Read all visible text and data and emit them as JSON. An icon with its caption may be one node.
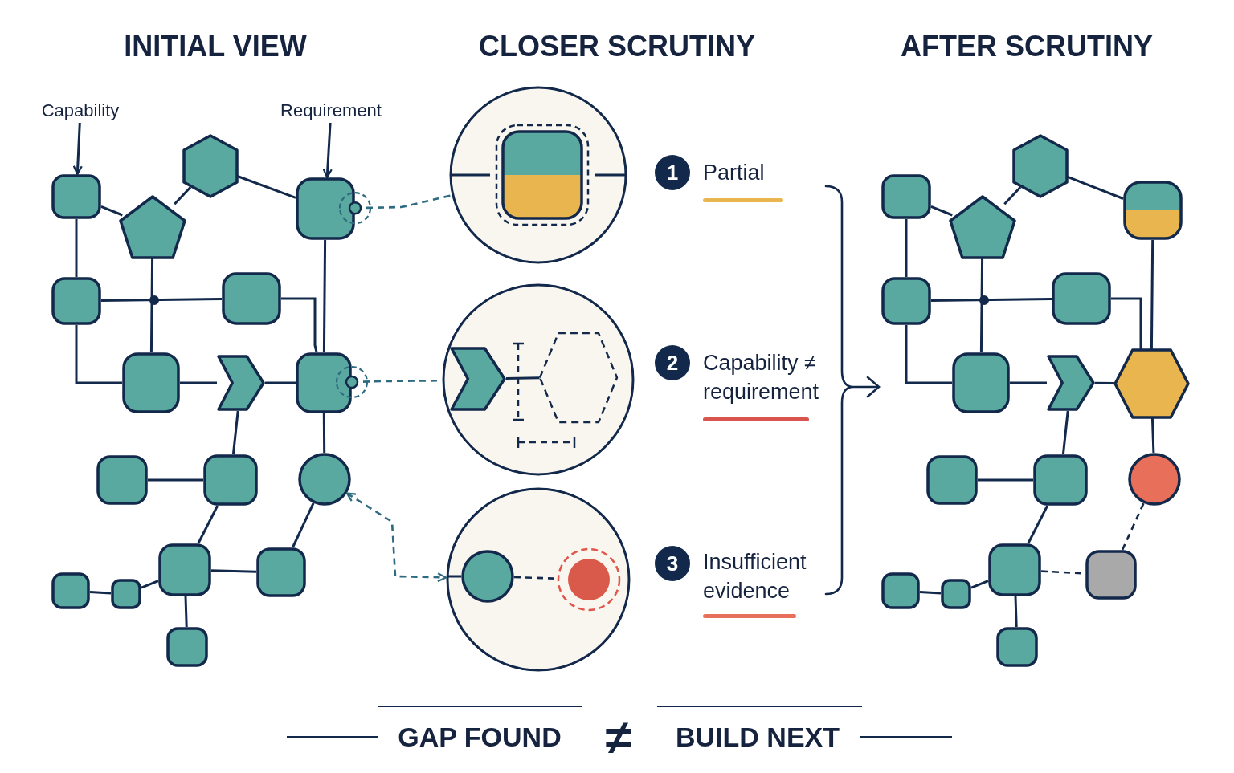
{
  "diagram": {
    "nodes": [
      {
        "text": [
          "Capability"
        ]
      },
      {
        "text": [
          "Requirement"
        ]
      },
      {
        "text": [],
        "shape": "box"
      },
      {
        "text": [],
        "shape": "hexagon"
      },
      {
        "text": [],
        "shape": "pentagon"
      },
      {
        "text": [],
        "shape": "box"
      },
      {
        "text": [],
        "shape": "box"
      },
      {
        "text": [],
        "shape": "box"
      },
      {
        "text": [],
        "shape": "box"
      },
      {
        "text": [],
        "shape": "chevron"
      },
      {
        "text": [],
        "shape": "box"
      },
      {
        "text": [],
        "shape": "box"
      },
      {
        "text": [],
        "shape": "box"
      },
      {
        "text": [],
        "shape": "circle"
      },
      {
        "text": [],
        "shape": "box"
      },
      {
        "text": [],
        "shape": "box"
      },
      {
        "text": [],
        "shape": "box"
      },
      {
        "text": [],
        "shape": "box"
      },
      {
        "text": [],
        "shape": "box"
      },
      {
        "text": [],
        "shape": "circle"
      },
      {
        "text": [],
        "shape": "box",
        "in": 19
      },
      {
        "text": [],
        "shape": "circle"
      },
      {
        "text": [],
        "shape": "chevron",
        "in": 21
      },
      {
        "text": [],
        "shape": "hexagon",
        "in": 21
      },
      {
        "text": [],
        "shape": "circle"
      },
      {
        "text": [],
        "shape": "circle",
        "in": 24
      },
      {
        "text": [],
        "shape": "circle",
        "in": 24
      },
      {
        "text": [
          "1"
        ],
        "beside": [
          "Partial"
        ]
      },
      {
        "text": [
          "2"
        ],
        "beside": [
          "Capability ≠ requirement"
        ]
      },
      {
        "text": [
          "3"
        ],
        "beside": [
          "Insufficient evidence"
        ]
      },
      {
        "text": [],
        "shape": "box"
      },
      {
        "text": [],
        "shape": "hexagon"
      },
      {
        "text": [],
        "shape": "pentagon"
      },
      {
        "text": [],
        "shape": "box"
      },
      {
        "text": [],
        "shape": "box"
      },
      {
        "text": [],
        "shape": "box"
      },
      {
        "text": [],
        "shape": "box"
      },
      {
        "text": [],
        "shape": "chevron"
      },
      {
        "text": [],
        "shape": "hexagon"
      },
      {
        "text": [],
        "shape": "box"
      },
      {
        "text": [],
        "shape": "box"
      },
      {
        "text": [],
        "shape": "circle"
      },
      {
        "text": [],
        "shape": "box"
      },
      {
        "text": [],
        "shape": "box"
      },
      {
        "text": [],
        "shape": "box"
      },
      {
        "text": [],
        "shape": "box"
      },
      {
        "text": [],
        "shape": "box"
      }
    ],
    "edges": [
      {
        "from": 0,
        "to": 2,
        "arrow": "to"
      },
      {
        "from": 1,
        "to": 5,
        "arrow": "to"
      },
      {
        "from": 2,
        "to": 4,
        "arrow": "none"
      },
      {
        "from": 4,
        "to": 3,
        "arrow": "none"
      },
      {
        "from": 3,
        "to": 5,
        "arrow": "none"
      },
      {
        "from": 2,
        "to": 6,
        "arrow": "none"
      },
      {
        "from": 6,
        "to": 7,
        "arrow": "none"
      },
      {
        "from": 4,
        "to": 8,
        "arrow": "none"
      },
      {
        "from": 7,
        "to": 10,
        "arrow": "none"
      },
      {
        "from": 5,
        "to": 10,
        "arrow": "none"
      },
      {
        "from": 6,
        "to": 8,
        "arrow": "none"
      },
      {
        "from": 8,
        "to": 9,
        "arrow": "none"
      },
      {
        "from": 9,
        "to": 10,
        "arrow": "none"
      },
      {
        "from": 9,
        "to": 12,
        "arrow": "none"
      },
      {
        "from": 10,
        "to": 13,
        "arrow": "none"
      },
      {
        "from": 11,
        "to": 12,
        "arrow": "none"
      },
      {
        "from": 12,
        "to": 16,
        "arrow": "none"
      },
      {
        "from": 13,
        "to": 17,
        "arrow": "none"
      },
      {
        "from": 16,
        "to": 17,
        "arrow": "none"
      },
      {
        "from": 14,
        "to": 15,
        "arrow": "none"
      },
      {
        "from": 15,
        "to": 16,
        "arrow": "none"
      },
      {
        "from": 16,
        "to": 18,
        "arrow": "none"
      },
      {
        "from": 5,
        "to": 19,
        "arrow": "other",
        "style": "dashed",
        "color": "#2e6b80"
      },
      {
        "from": 10,
        "to": 21,
        "arrow": "other",
        "style": "dashed",
        "color": "#2e6b80"
      },
      {
        "from": 13,
        "to": 24,
        "arrow": "both",
        "style": "dashed",
        "color": "#2e6b80"
      },
      {
        "from": 22,
        "to": 23,
        "arrow": "none"
      },
      {
        "from": 25,
        "to": 26,
        "arrow": "none",
        "style": "dashed"
      },
      {
        "from": 30,
        "to": 32,
        "arrow": "none"
      },
      {
        "from": 32,
        "to": 31,
        "arrow": "none"
      },
      {
        "from": 31,
        "to": 33,
        "arrow": "none"
      },
      {
        "from": 30,
        "to": 34,
        "arrow": "none"
      },
      {
        "from": 34,
        "to": 35,
        "arrow": "none"
      },
      {
        "from": 32,
        "to": 36,
        "arrow": "none"
      },
      {
        "from": 35,
        "to": 38,
        "arrow": "none"
      },
      {
        "from": 33,
        "to": 38,
        "arrow": "none"
      },
      {
        "from": 34,
        "to": 36,
        "arrow": "none"
      },
      {
        "from": 36,
        "to": 37,
        "arrow": "none"
      },
      {
        "from": 37,
        "to": 38,
        "arrow": "none"
      },
      {
        "from": 37,
        "to": 40,
        "arrow": "none"
      },
      {
        "from": 38,
        "to": 41,
        "arrow": "none"
      },
      {
        "from": 39,
        "to": 40,
        "arrow": "none"
      },
      {
        "from": 40,
        "to": 44,
        "arrow": "none"
      },
      {
        "from": 41,
        "to": 45,
        "arrow": "none",
        "style": "dashed"
      },
      {
        "from": 44,
        "to": 45,
        "arrow": "none",
        "style": "dashed"
      },
      {
        "from": 42,
        "to": 43,
        "arrow": "none"
      },
      {
        "from": 43,
        "to": 44,
        "arrow": "none"
      },
      {
        "from": 44,
        "to": 46,
        "arrow": "none"
      }
    ],
    "labels": [
      "INITIAL VIEW",
      "CLOSER SCRUTINY",
      "AFTER SCRUTINY",
      "GAP FOUND",
      "≠",
      "BUILD NEXT"
    ]
  }
}
